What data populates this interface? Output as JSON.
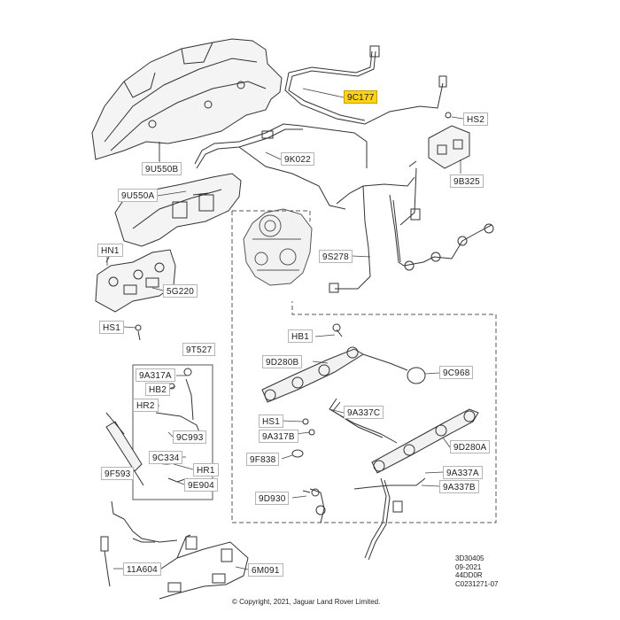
{
  "labels": {
    "9C177": "9C177",
    "HS2_top": "HS2",
    "9U550B": "9U550B",
    "9K022": "9K022",
    "9B325": "9B325",
    "9U550A": "9U550A",
    "HN1": "HN1",
    "9S278": "9S278",
    "5G220": "5G220",
    "HS1_left": "HS1",
    "HB1": "HB1",
    "9T527": "9T527",
    "9D280B": "9D280B",
    "9C968": "9C968",
    "9A317A": "9A317A",
    "HB2": "HB2",
    "HR2": "HR2",
    "9C993": "9C993",
    "HS1_mid": "HS1",
    "9A337C": "9A337C",
    "9A317B": "9A317B",
    "9D280A": "9D280A",
    "9C334": "9C334",
    "9F838": "9F838",
    "HR1": "HR1",
    "9A337A": "9A337A",
    "9F593": "9F593",
    "9E904": "9E904",
    "9A337B": "9A337B",
    "9D930": "9D930",
    "11A604": "11A604",
    "6M091": "6M091"
  },
  "highlight_color": "#ffd21a",
  "meta_block": [
    "3D30405",
    "09-2021",
    "44DD0R",
    "C0231271-07"
  ],
  "copyright": "© Copyright, 2021, Jaguar Land Rover Limited."
}
